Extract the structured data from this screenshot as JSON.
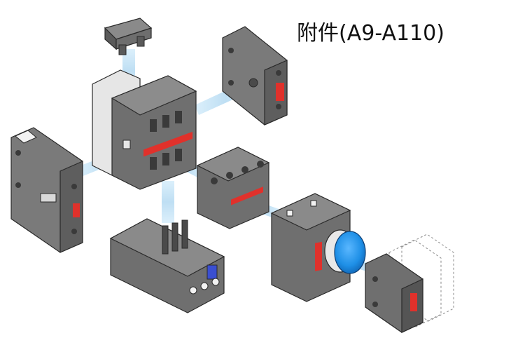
{
  "title": "附件(A9-A110)",
  "colors": {
    "body": "#6f6f6f",
    "body_dark": "#4a4a4a",
    "body_light": "#9a9a9a",
    "accent_red": "#e0312b",
    "beam": "#c7e4f5",
    "knob_blue": "#1e8fe6",
    "aux_gray": "#cfcfcf",
    "outline": "#2a2a2a"
  },
  "components": [
    {
      "id": "top-cover",
      "icon": "top-cover-icon"
    },
    {
      "id": "side-aux-block-right",
      "icon": "auxiliary-contact-block-icon"
    },
    {
      "id": "side-aux-block-left",
      "icon": "auxiliary-contact-block-icon"
    },
    {
      "id": "contactor",
      "icon": "contactor-icon"
    },
    {
      "id": "front-aux-block",
      "icon": "front-auxiliary-contact-icon"
    },
    {
      "id": "thermal-overload-relay",
      "icon": "thermal-relay-icon"
    },
    {
      "id": "timer-module",
      "icon": "pneumatic-timer-icon"
    },
    {
      "id": "mini-aux-block",
      "icon": "mini-auxiliary-block-icon"
    }
  ]
}
